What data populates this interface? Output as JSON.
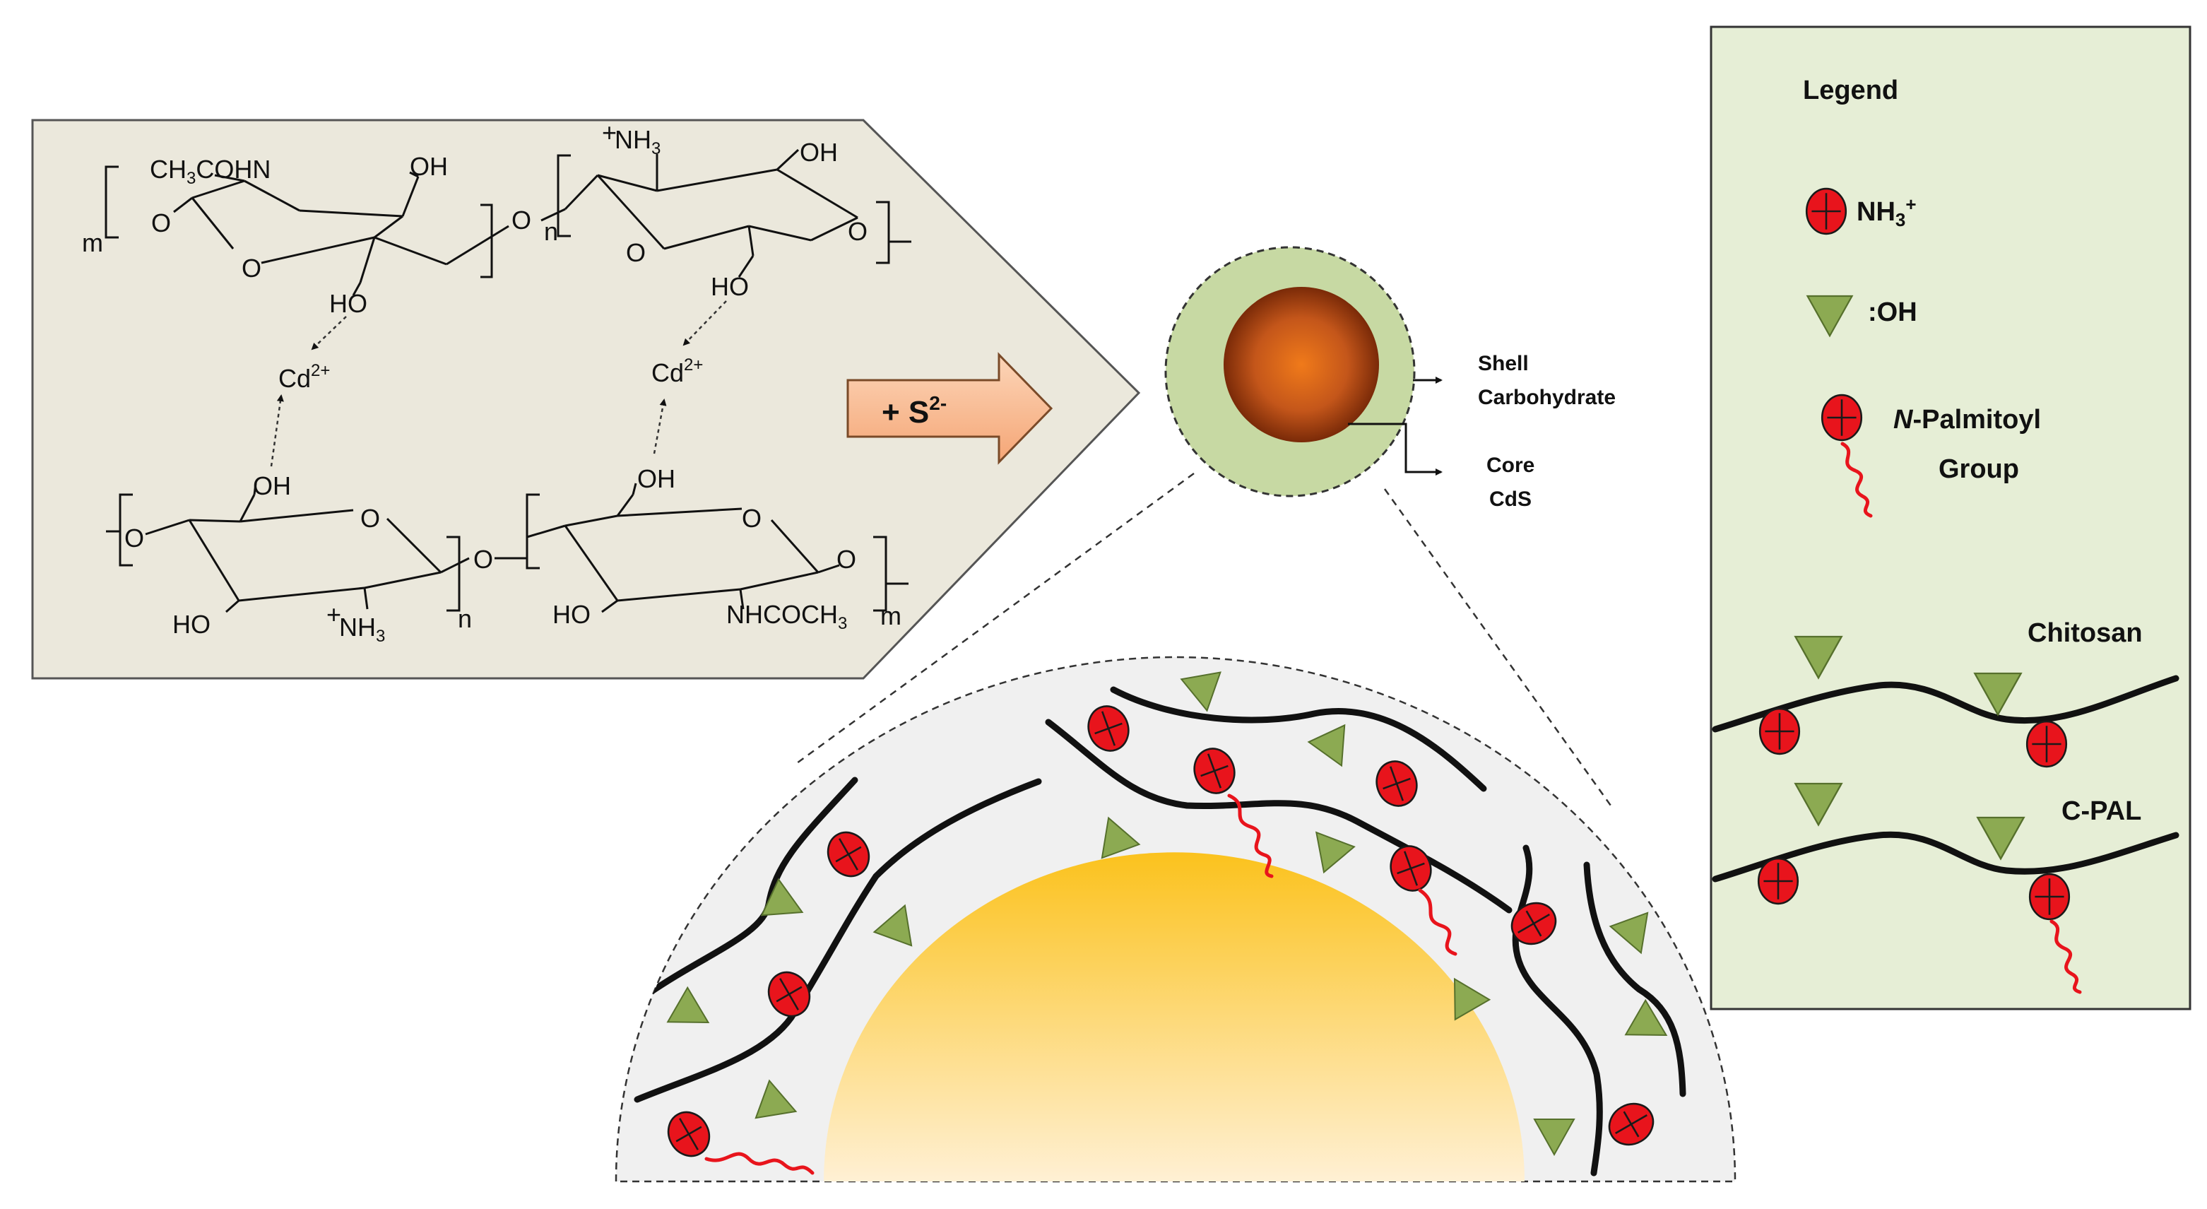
{
  "colors": {
    "panel_fill": "#ebe8dc",
    "legend_fill": "#e6eed6",
    "nh3_red": "#e8141c",
    "oh_green": "#8caa52",
    "core_orange": "#d0651a",
    "shell_green": "#c7d9a3",
    "arrow_fill": "#f8be96",
    "tail_red": "#e8141c",
    "gold": "#fbc21d"
  },
  "reaction_panel": {
    "top_left": {
      "acetyl_group": "CH",
      "acetyl_sub": "3",
      "acetyl_rest": "COHN",
      "oh_top": "OH",
      "ring_o": "O",
      "link_o_left": "O",
      "repeat_m": "m",
      "ho_chain": "HO"
    },
    "top_right": {
      "plus": "+",
      "nh3": "NH",
      "nh3_sub": "3",
      "oh_top": "OH",
      "ring_o": "O",
      "link_o_mid": "O",
      "link_o_right": "O",
      "repeat_n": "n",
      "ho_chain": "HO"
    },
    "bottom_left": {
      "oh_chain": "OH",
      "ring_o": "O",
      "link_o_left": "O",
      "ho_bottom": "HO",
      "plus": "+",
      "nh3": "NH",
      "nh3_sub": "3",
      "repeat_n": "n",
      "link_o_mid": "O"
    },
    "bottom_right": {
      "oh_chain": "OH",
      "ring_o": "O",
      "link_o_right": "O",
      "ho_bottom": "HO",
      "nhcoch3": "NHCOCH",
      "nhcoch3_sub": "3",
      "repeat_m": "m"
    },
    "cd_left": "Cd",
    "cd_right": "Cd",
    "cd_charge": "2+",
    "arrow_label": "+ S",
    "arrow_charge": "2-"
  },
  "particle": {
    "shell_label_line1": "Shell",
    "shell_label_line2": "Carbohydrate",
    "core_label_line1": "Core",
    "core_label_line2": "CdS"
  },
  "legend": {
    "title": "Legend",
    "nh3_label": "NH",
    "nh3_sub": "3",
    "nh3_sup": "+",
    "oh_label": ":OH",
    "palmitoyl_italic": "N",
    "palmitoyl_rest": "-Palmitoyl",
    "palmitoyl_line2": "Group",
    "chitosan_label": "Chitosan",
    "cpal_label": "C-PAL"
  }
}
